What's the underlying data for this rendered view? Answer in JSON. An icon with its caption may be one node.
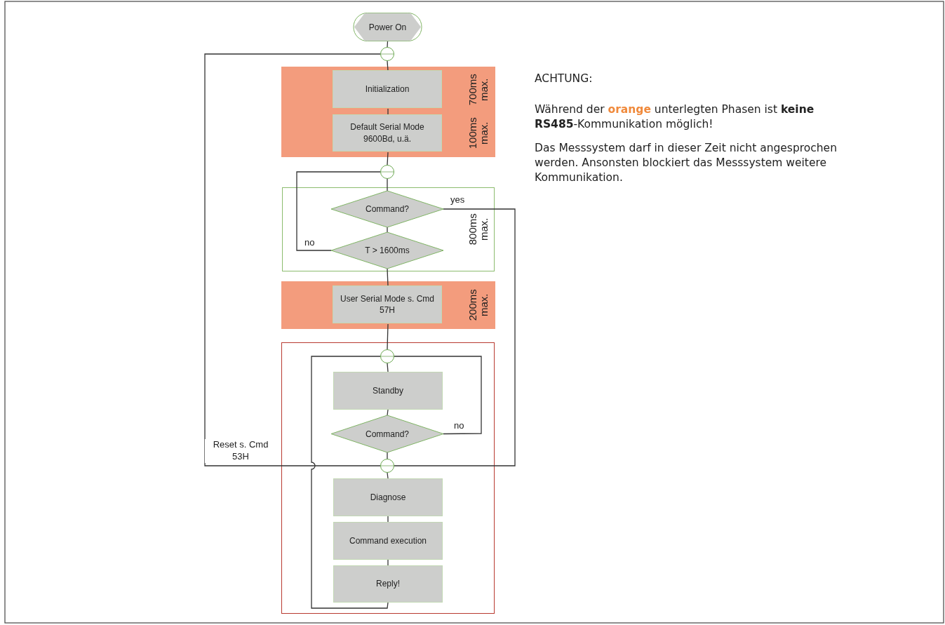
{
  "diagram": {
    "nodes": [
      {
        "text": [
          "Power On"
        ]
      },
      {
        "text": [],
        "shape": "circle"
      },
      {
        "text": [],
        "shape": "box"
      },
      {
        "text": [
          "Initialization"
        ],
        "in": 2,
        "beside": [
          "700ms max."
        ]
      },
      {
        "text": [
          "Default Serial Mode 9600Bd, u.ä."
        ],
        "in": 2,
        "beside": [
          "100ms max."
        ]
      },
      {
        "text": [],
        "shape": "circle"
      },
      {
        "text": [],
        "shape": "box",
        "beside": [
          "800ms max."
        ]
      },
      {
        "text": [
          "Command?"
        ],
        "in": 6
      },
      {
        "text": [
          "T > 1600ms"
        ],
        "in": 6
      },
      {
        "text": [],
        "shape": "box"
      },
      {
        "text": [
          "User Serial Mode s. Cmd 57H"
        ],
        "in": 9,
        "beside": [
          "200ms max."
        ]
      },
      {
        "text": [],
        "shape": "box"
      },
      {
        "text": [],
        "shape": "circle",
        "in": 11
      },
      {
        "text": [
          "Standby"
        ],
        "in": 11
      },
      {
        "text": [
          "Command?"
        ],
        "in": 11
      },
      {
        "text": [],
        "shape": "circle",
        "in": 11
      },
      {
        "text": [
          "Diagnose"
        ],
        "in": 11
      },
      {
        "text": [
          "Command execution"
        ],
        "in": 11
      },
      {
        "text": [
          "Reply!"
        ],
        "in": 11
      }
    ],
    "edges": [
      {
        "from": 0,
        "to": 1,
        "arrow": "none"
      },
      {
        "from": 1,
        "to": 3,
        "arrow": "none"
      },
      {
        "from": 3,
        "to": 4,
        "arrow": "none"
      },
      {
        "from": 4,
        "to": 5,
        "arrow": "none"
      },
      {
        "from": 5,
        "to": 7,
        "arrow": "none"
      },
      {
        "from": 7,
        "to": 8,
        "arrow": "none"
      },
      {
        "from": 8,
        "to": 5,
        "arrow": "none",
        "label": "no"
      },
      {
        "from": 7,
        "to": 15,
        "arrow": "none",
        "label": "yes"
      },
      {
        "from": 8,
        "to": 10,
        "arrow": "none"
      },
      {
        "from": 10,
        "to": 12,
        "arrow": "none"
      },
      {
        "from": 12,
        "to": 13,
        "arrow": "none"
      },
      {
        "from": 13,
        "to": 14,
        "arrow": "none"
      },
      {
        "from": 14,
        "to": 12,
        "arrow": "none",
        "label": "no"
      },
      {
        "from": 14,
        "to": 15,
        "arrow": "none"
      },
      {
        "from": 15,
        "to": 16,
        "arrow": "none"
      },
      {
        "from": 16,
        "to": 17,
        "arrow": "none"
      },
      {
        "from": 17,
        "to": 18,
        "arrow": "none"
      },
      {
        "from": 18,
        "to": 12,
        "arrow": "none"
      },
      {
        "from": 15,
        "to": 1,
        "arrow": "none",
        "label": "Reset s. Cmd 53H"
      }
    ],
    "labels": [
      "ACHTUNG:",
      "Während der **orange** unterlegten Phasen ist **keine RS485**-Kommunikation möglich!",
      "Das Messsystem darf in dieser Zeit nicht angesprochen werden. Ansonsten blockiert das Messsystem weitere Kommunikation."
    ]
  }
}
